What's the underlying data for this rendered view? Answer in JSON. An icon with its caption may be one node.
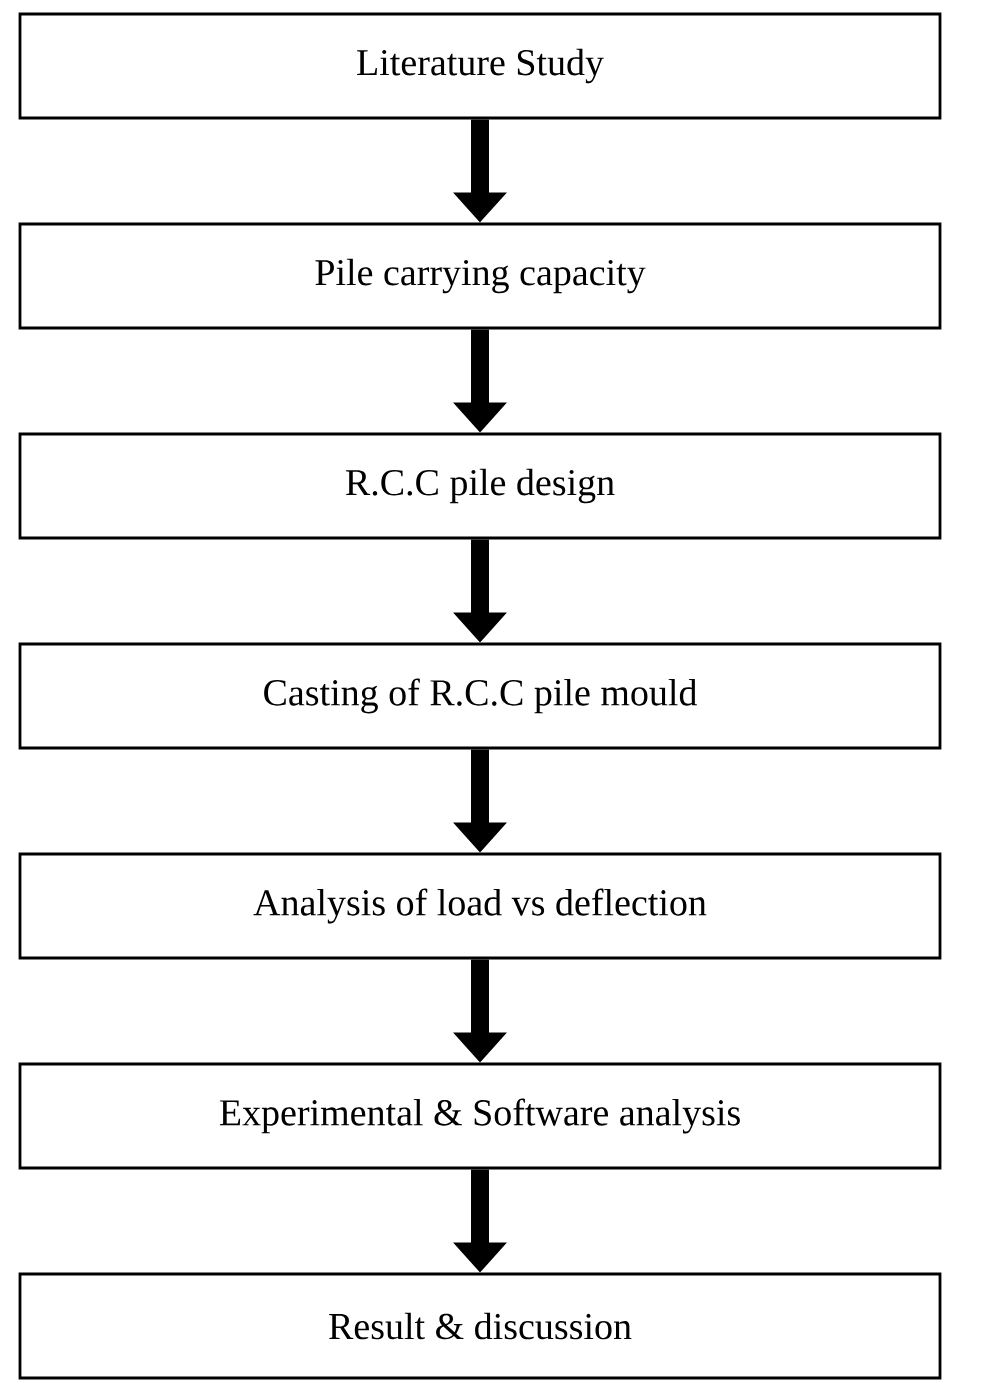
{
  "diagram": {
    "nodes": [
      {
        "text": [
          "Literature Study"
        ]
      },
      {
        "text": [
          "Pile carrying capacity"
        ]
      },
      {
        "text": [
          "R.C.C pile design"
        ]
      },
      {
        "text": [
          "Casting of R.C.C pile mould"
        ]
      },
      {
        "text": [
          "Analysis of load vs deflection"
        ]
      },
      {
        "text": [
          "Experimental & Software analysis"
        ]
      },
      {
        "text": [
          "Result & discussion"
        ]
      }
    ],
    "edges": [
      {
        "from": 0,
        "to": 1,
        "arrow": "to"
      },
      {
        "from": 1,
        "to": 2,
        "arrow": "to"
      },
      {
        "from": 2,
        "to": 3,
        "arrow": "to"
      },
      {
        "from": 3,
        "to": 4,
        "arrow": "to"
      },
      {
        "from": 4,
        "to": 5,
        "arrow": "to"
      },
      {
        "from": 5,
        "to": 6,
        "arrow": "to"
      }
    ]
  }
}
